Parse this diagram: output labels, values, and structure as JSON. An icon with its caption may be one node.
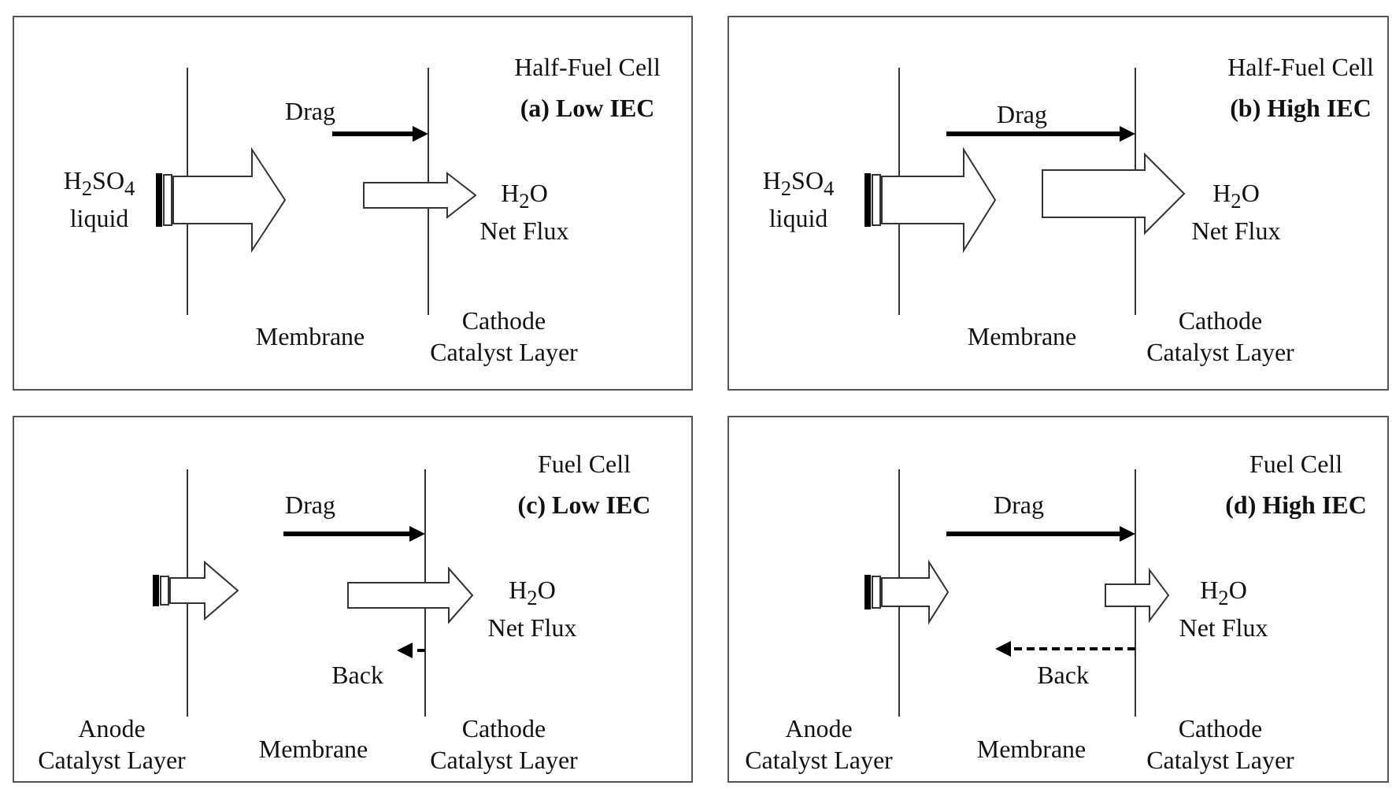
{
  "diagram": {
    "nodes": [
      {
        "text": [
          "Half-Fuel Cell",
          "(a) Low IEC"
        ]
      },
      {
        "text": [
          "Half-Fuel Cell",
          "(b) High IEC"
        ]
      },
      {
        "text": [
          "Fuel Cell",
          "(c) Low IEC"
        ]
      },
      {
        "text": [
          "Fuel Cell",
          "(d) High IEC"
        ]
      }
    ],
    "labels": [
      "Drag",
      "H$_{2}$SO$_{4}$ liquid",
      "H$_{2}$O Net Flux",
      "Membrane",
      "Cathode Catalyst Layer",
      "Drag",
      "H$_{2}$SO$_{4}$ liquid",
      "H$_{2}$O Net Flux",
      "Membrane",
      "Cathode Catalyst Layer",
      "Drag",
      "H$_{2}$O Net Flux",
      "Back",
      "Anode Catalyst Layer",
      "Membrane",
      "Cathode Catalyst Layer",
      "Drag",
      "H$_{2}$O Net Flux",
      "Back",
      "Anode Catalyst Layer",
      "Membrane",
      "Cathode Catalyst Layer"
    ]
  }
}
